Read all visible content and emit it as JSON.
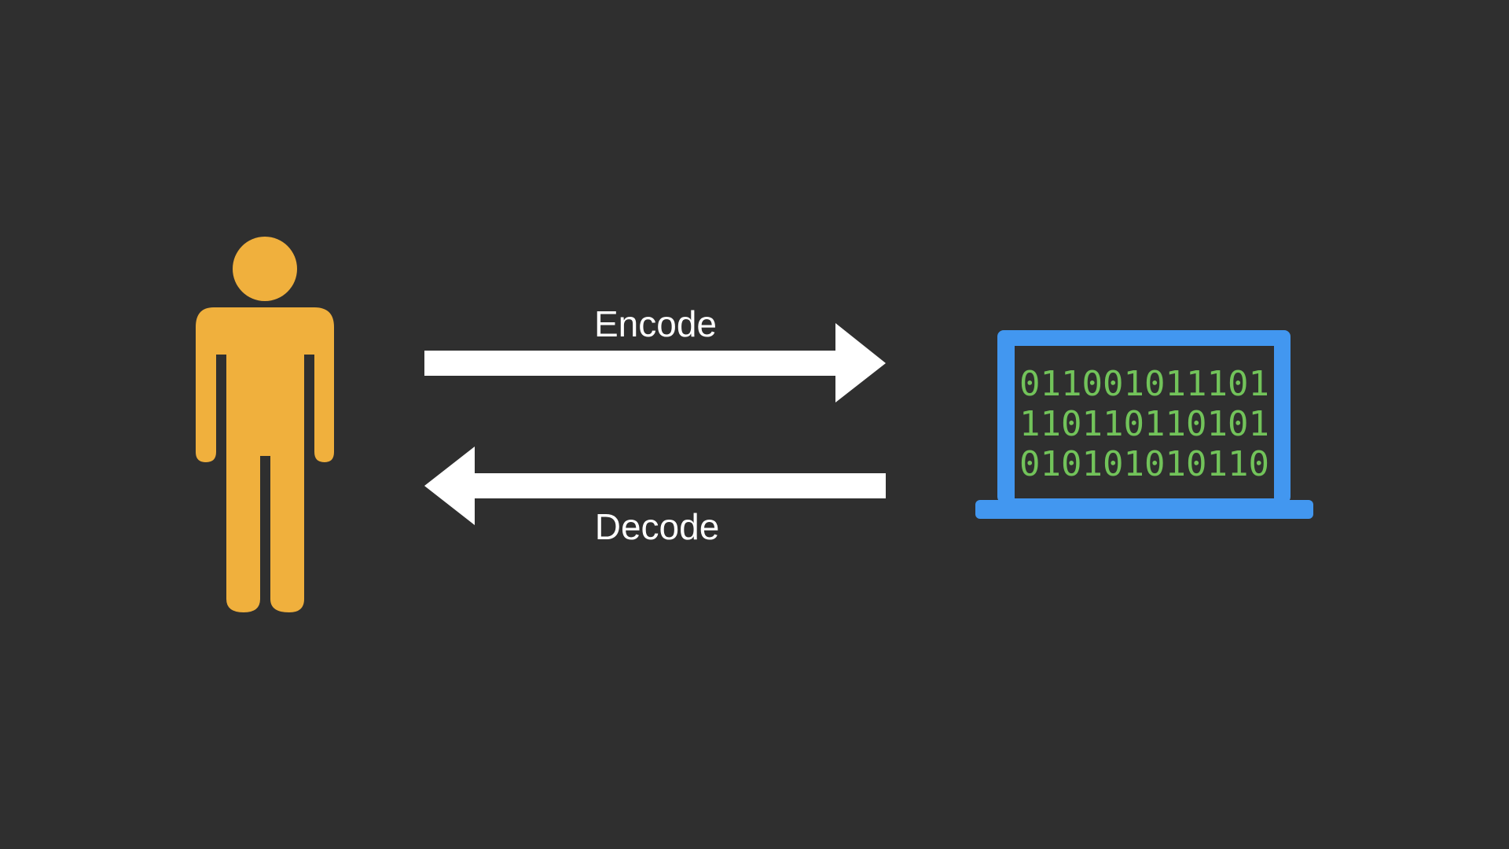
{
  "colors": {
    "background": "#2f2f2f",
    "person": "#f0b03d",
    "arrow": "#ffffff",
    "laptop": "#4297f0",
    "screen": "#2f2f2f",
    "binary_text": "#72c35a"
  },
  "person": {
    "icon": "person-icon"
  },
  "encode": {
    "label": "Encode",
    "icon": "arrow-right-icon"
  },
  "decode": {
    "label": "Decode",
    "icon": "arrow-left-icon"
  },
  "computer": {
    "icon": "laptop-icon",
    "binary_lines": [
      "011001011101",
      "110110110101",
      "010101010110"
    ]
  }
}
